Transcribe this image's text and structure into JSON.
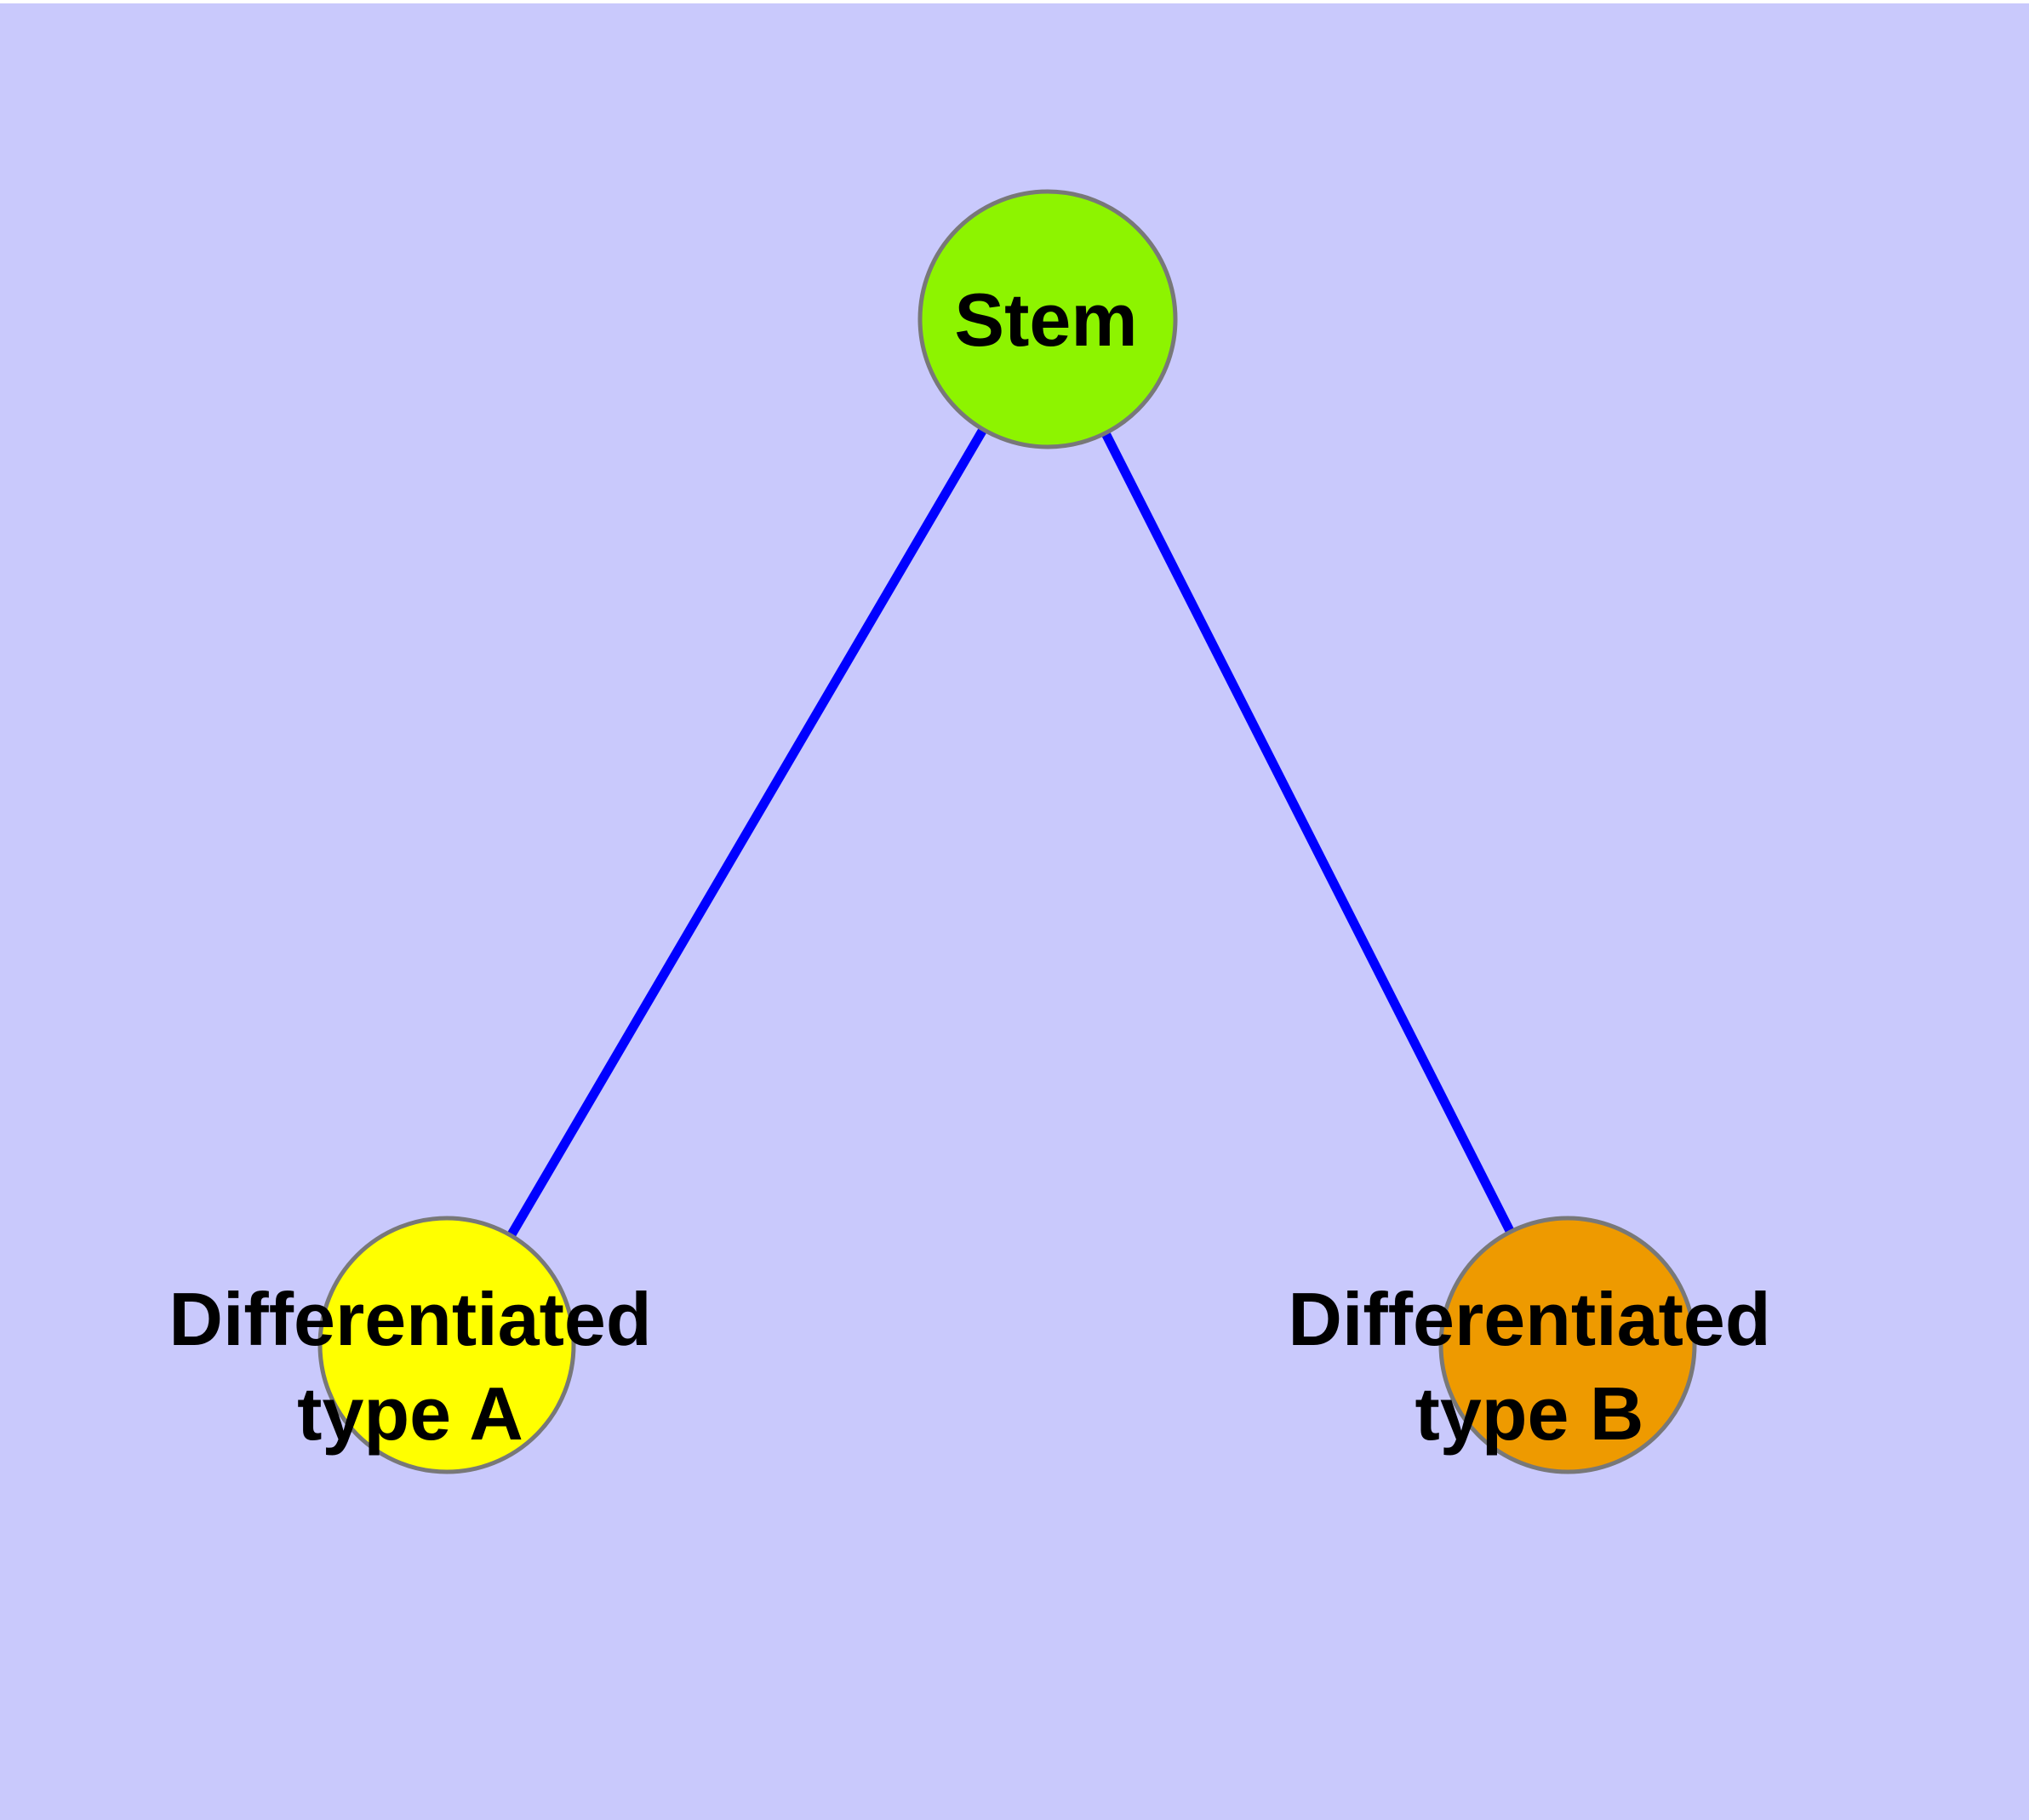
{
  "canvas": {
    "background_color": "#C9C9FC",
    "top_margin_color": "#FFFFFF"
  },
  "graph": {
    "text_color": "#000000",
    "node_border_color": "#787878",
    "edge_color": "#0000FF",
    "nodes": [
      {
        "id": "stem",
        "label": "Stem",
        "fill": "#8DF400"
      },
      {
        "id": "type_a",
        "label": "Differentiated type A",
        "label_lines": [
          "Differentiated",
          "type A"
        ],
        "fill": "#FFFF00"
      },
      {
        "id": "type_b",
        "label": "Differentiated type B",
        "label_lines": [
          "Differentiated",
          "type B"
        ],
        "fill": "#EE9A00"
      }
    ],
    "edges": [
      {
        "from": "Stem",
        "to": "Differentiated type A",
        "color": "#0000FF"
      },
      {
        "from": "Stem",
        "to": "Differentiated type B",
        "color": "#0000FF"
      }
    ]
  }
}
